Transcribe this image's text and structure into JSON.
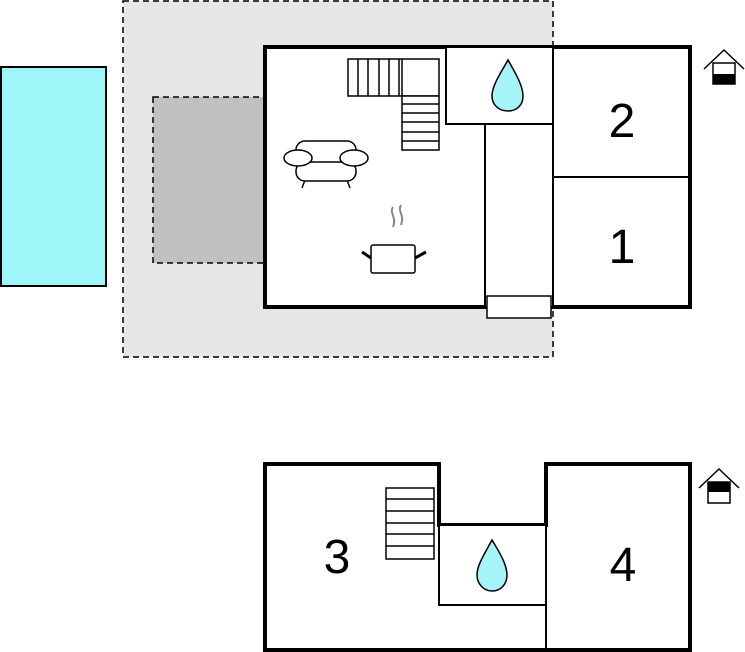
{
  "colors": {
    "pool": "#9ef6f8",
    "terrace": "#e6e6e6",
    "covered": "#c0c0c0",
    "water": "#a6f3f8",
    "steam": "#888888"
  },
  "ground_floor": {
    "rooms": [
      {
        "label": "2"
      },
      {
        "label": "1"
      }
    ],
    "icons": [
      "stairs-icon",
      "sofa-icon",
      "cooking-pot-icon",
      "water-drop-icon",
      "floor-indicator-ground-icon"
    ]
  },
  "upper_floor": {
    "rooms": [
      {
        "label": "3"
      },
      {
        "label": "4"
      }
    ],
    "icons": [
      "stairs-icon",
      "water-drop-icon",
      "floor-indicator-upper-icon"
    ]
  }
}
